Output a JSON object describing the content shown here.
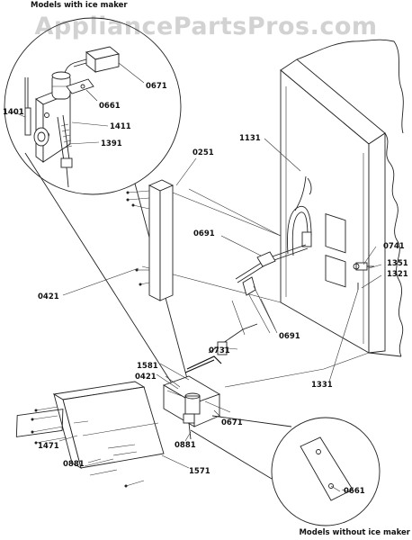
{
  "watermark": "AppliancePartsPros.com",
  "captions": {
    "with_ice_maker": "Models with ice maker",
    "without_ice_maker": "Models without ice maker"
  },
  "labels": {
    "p0671_top": "0671",
    "p0661_top": "0661",
    "p1401": "1401",
    "p1411": "1411",
    "p1391": "1391",
    "p0251": "0251",
    "p1131": "1131",
    "p0691_a": "0691",
    "p0741": "0741",
    "p1351": "1351",
    "p1321": "1321",
    "p0421_a": "0421",
    "p0691_b": "0691",
    "p0731": "0731",
    "p1581": "1581",
    "p0421_b": "0421",
    "p1331": "1331",
    "p0671_b": "0671",
    "p1471": "1471",
    "p0881_a": "0881",
    "p0881_b": "0881",
    "p1571": "1571",
    "p0661_b": "0661"
  }
}
